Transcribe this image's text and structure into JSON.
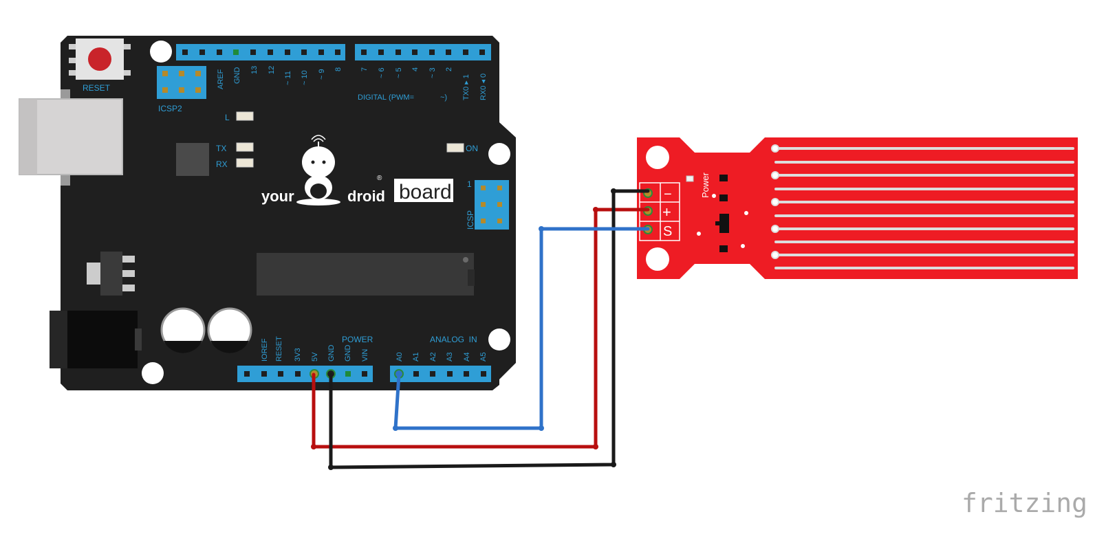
{
  "board": {
    "reset_label": "RESET",
    "icsp2_label": "ICSP2",
    "icsp_label": "ICSP",
    "icsp_pin1": "1",
    "led_l": "L",
    "led_tx": "TX",
    "led_rx": "RX",
    "led_on": "ON",
    "brand_left": "your",
    "brand_right": "droid",
    "brand_box": "board",
    "brand_reg": "®",
    "digital_label": "DIGITAL (PWM=",
    "digital_tilde": "~)",
    "power_label": "POWER",
    "analog_label": "ANALOG  IN",
    "digital_pins_left": [
      "AREF",
      "GND",
      "13",
      "12",
      "~ 11",
      "~ 10",
      "~ 9",
      "8"
    ],
    "digital_pins_right": [
      "7",
      "~ 6",
      "~ 5",
      "4",
      "~ 3",
      "2",
      "TX0 ▸ 1",
      "RX0 ◂ 0"
    ],
    "power_pins": [
      "IOREF",
      "RESET",
      "3V3",
      "5V",
      "GND",
      "GND",
      "VIN"
    ],
    "analog_pins": [
      "A0",
      "A1",
      "A2",
      "A3",
      "A4",
      "A5"
    ]
  },
  "sensor": {
    "power_label": "Power",
    "pin_minus": "−",
    "pin_plus": "+",
    "pin_signal": "S"
  },
  "wires": [
    {
      "name": "signal-wire",
      "from": "A0",
      "to": "S",
      "color": "#2f72c9"
    },
    {
      "name": "power-wire",
      "from": "5V",
      "to": "+",
      "color": "#b80f0f"
    },
    {
      "name": "ground-wire",
      "from": "GND",
      "to": "−",
      "color": "#1a1a1a"
    }
  ],
  "colors": {
    "board": "#1f1f1f",
    "header": "#2f9ed6",
    "sensor": "#ee1c24",
    "trace": "#dddddd"
  },
  "watermark": "fritzing"
}
